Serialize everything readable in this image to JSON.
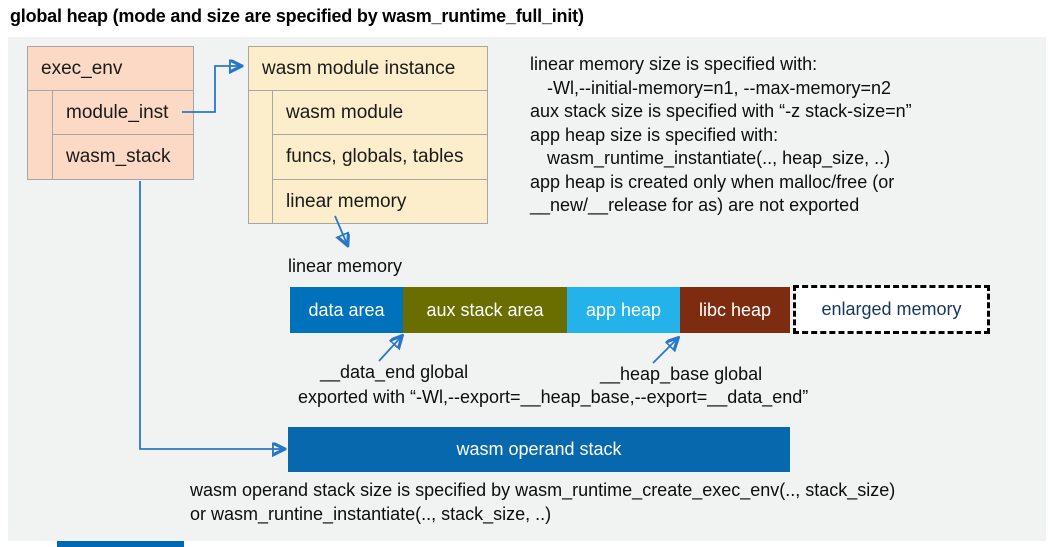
{
  "title": "global heap (mode and size are specified by wasm_runtime_full_init)",
  "exec_env": {
    "label": "exec_env",
    "rows": [
      "module_inst",
      "wasm_stack"
    ]
  },
  "module_instance": {
    "label": "wasm module instance",
    "rows": [
      "wasm module",
      "funcs, globals, tables",
      "linear memory"
    ]
  },
  "notes_right": {
    "lines": [
      "linear memory size is specified with:",
      "-Wl,--initial-memory=n1, --max-memory=n2",
      "aux stack size is specified with “-z stack-size=n”",
      "app heap size is specified with:",
      "wasm_runtime_instantiate(.., heap_size, ..)",
      "app heap is created only when malloc/free (or",
      "__new/__release for as) are not exported"
    ]
  },
  "linear_memory": {
    "label": "linear memory",
    "segments": [
      {
        "label": "data area",
        "color": "#0072bc"
      },
      {
        "label": "aux stack area",
        "color": "#6a6d00"
      },
      {
        "label": "app heap",
        "color": "#24b2ea"
      },
      {
        "label": "libc heap",
        "color": "#7e2c10"
      },
      {
        "label": "enlarged memory",
        "color": "#ffffff",
        "text_color": "#17365d",
        "border": "dashed"
      }
    ]
  },
  "annotations": {
    "data_end": "__data_end global",
    "heap_base": "__heap_base global",
    "exported": "exported with “-Wl,--export=__heap_base,--export=__data_end”"
  },
  "operand_stack": {
    "label": "wasm operand stack",
    "color": "#0768ae"
  },
  "footer_notes": [
    "wasm operand stack size is specified by wasm_runtime_create_exec_env(.., stack_size)",
    "or wasm_runtine_instantiate(.., stack_size, ..)"
  ],
  "colors": {
    "panel_bg": "#f1f2f2",
    "exec_env_fill": "#fbd9c5",
    "module_instance_fill": "#fceecb",
    "border_gray": "#a6a6a6",
    "arrow_blue": "#2778c9",
    "footer_bar": "#0068b5"
  }
}
